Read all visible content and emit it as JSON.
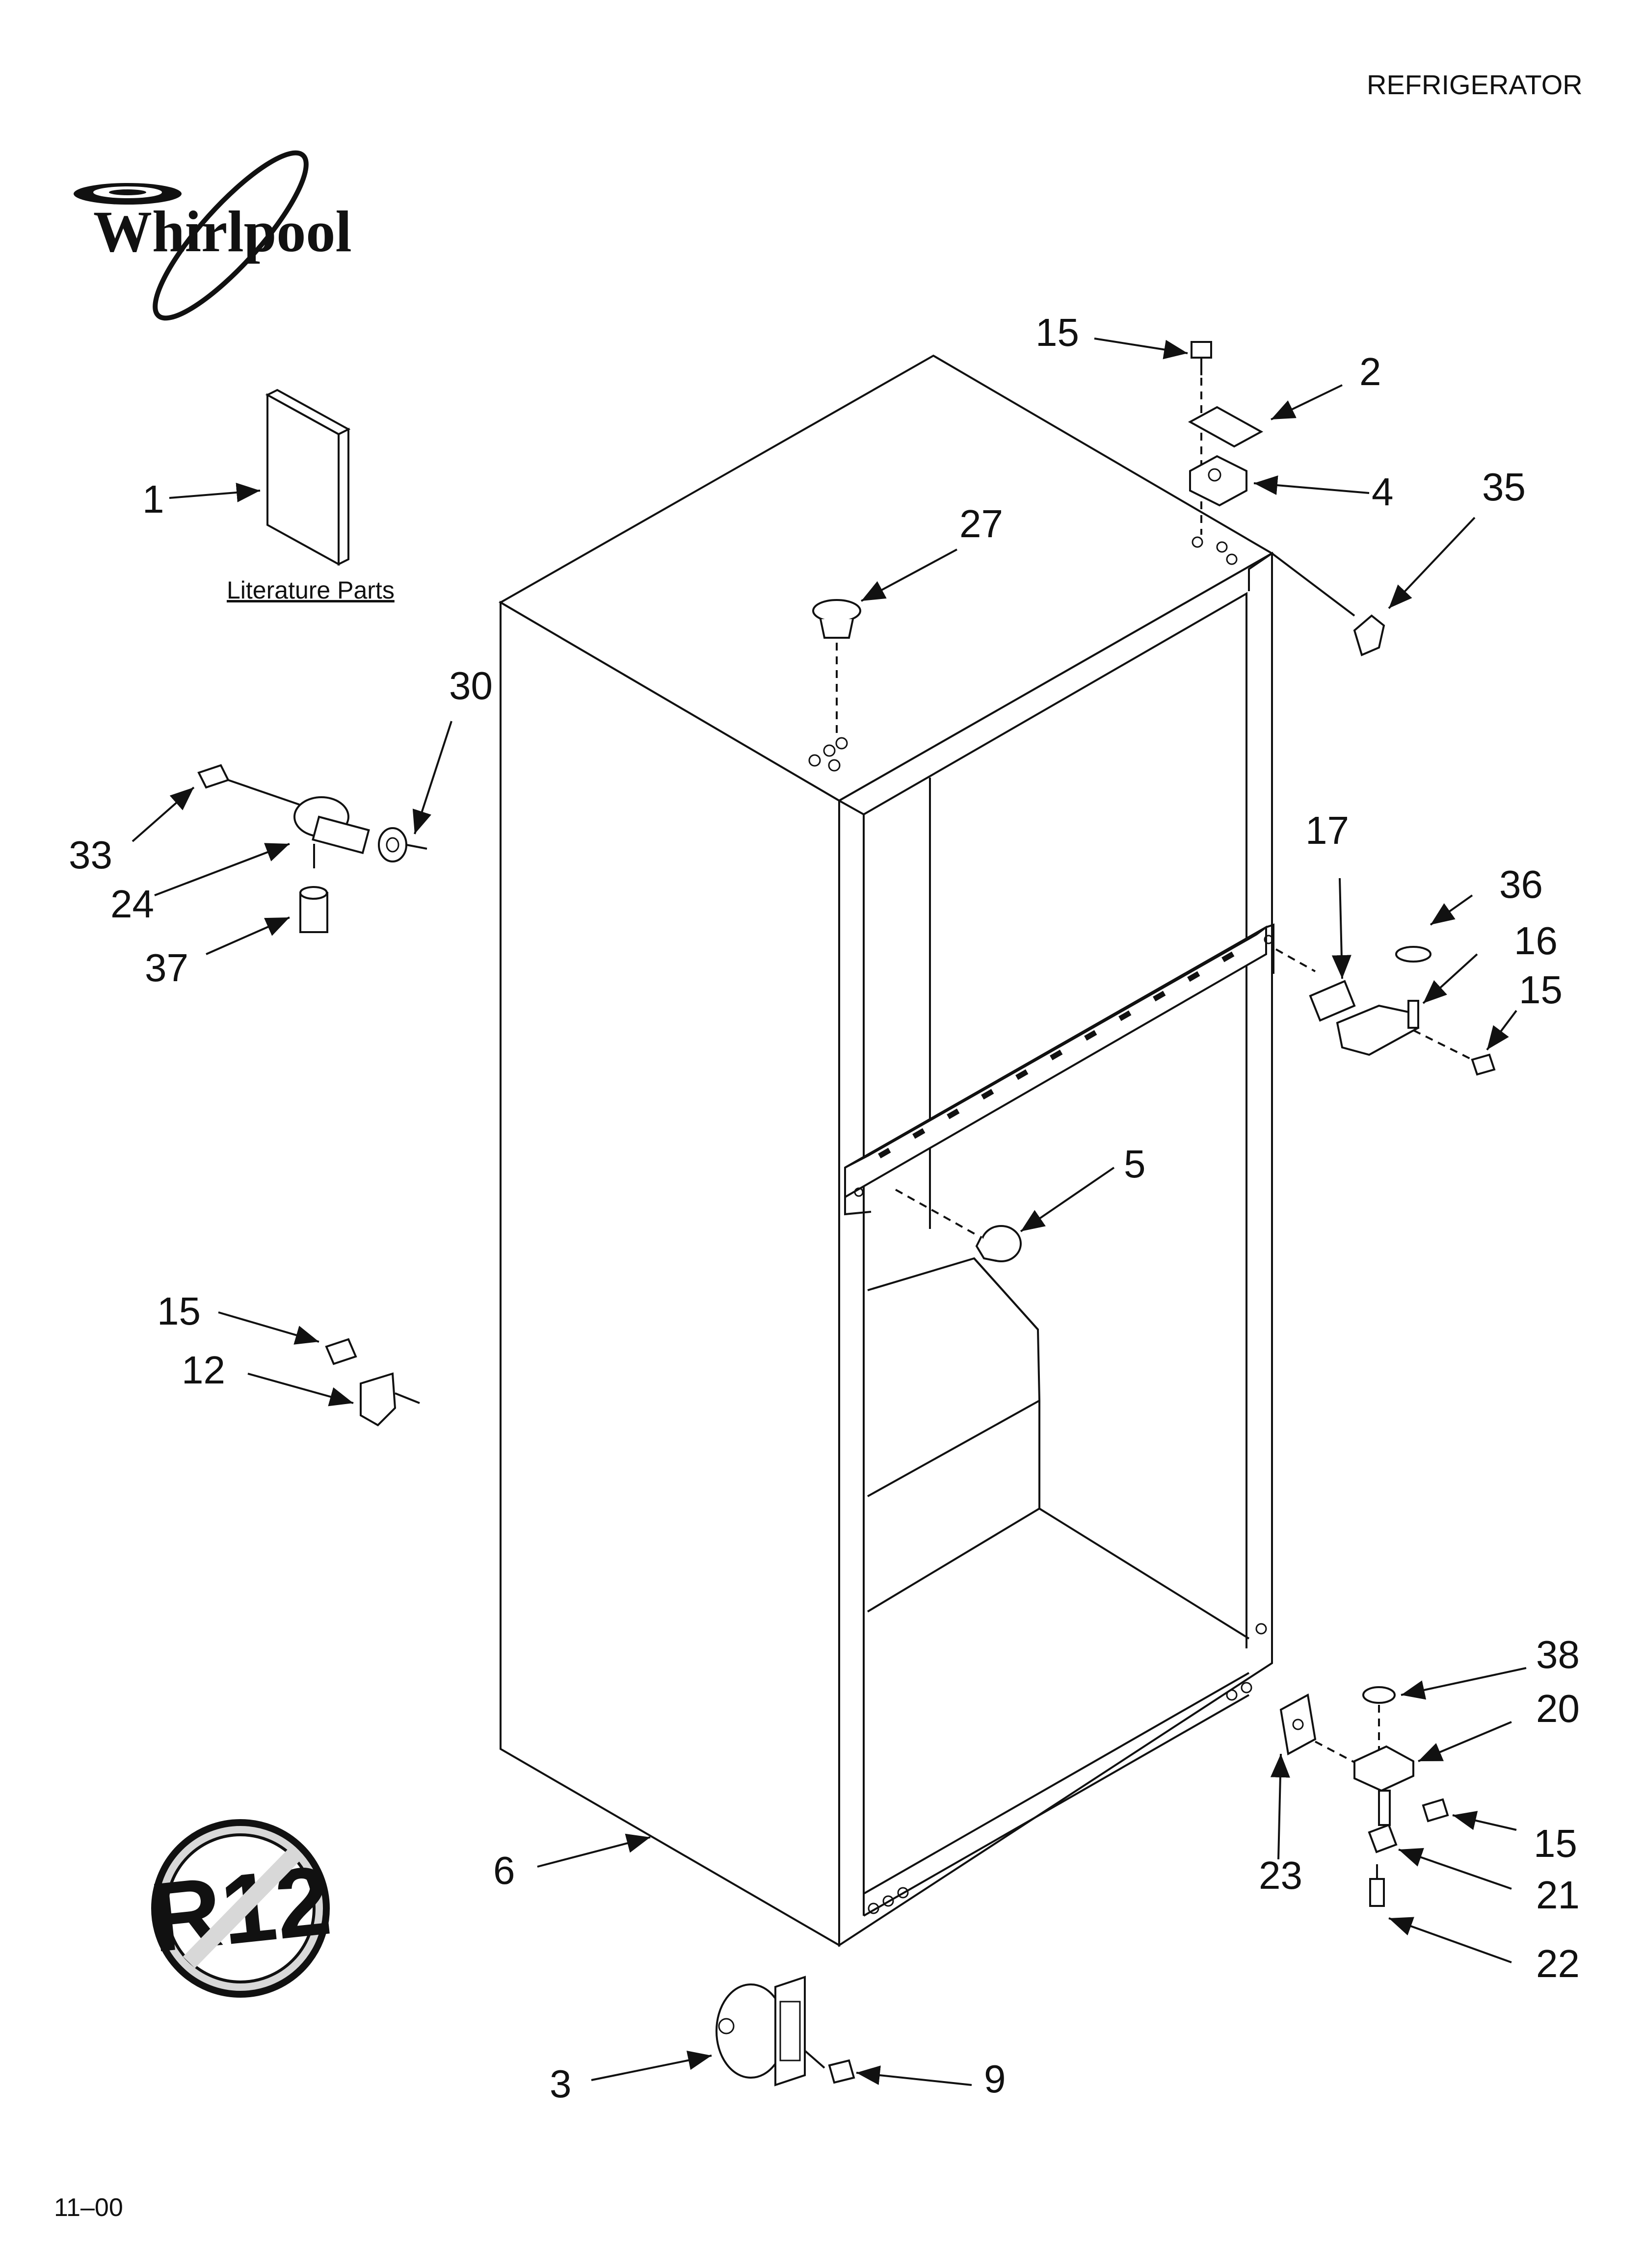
{
  "header": {
    "title": "REFRIGERATOR"
  },
  "brand": {
    "logo_text": "Whirlpool"
  },
  "literature": {
    "label": "Literature Parts"
  },
  "no_r12": {
    "text": "R12"
  },
  "footer": {
    "date_code": "11–00"
  },
  "callouts": [
    {
      "id": "c1",
      "label": "1"
    },
    {
      "id": "c2",
      "label": "2"
    },
    {
      "id": "c3",
      "label": "3"
    },
    {
      "id": "c4",
      "label": "4"
    },
    {
      "id": "c5",
      "label": "5"
    },
    {
      "id": "c6",
      "label": "6"
    },
    {
      "id": "c9",
      "label": "9"
    },
    {
      "id": "c12",
      "label": "12"
    },
    {
      "id": "c15a",
      "label": "15"
    },
    {
      "id": "c15b",
      "label": "15"
    },
    {
      "id": "c15c",
      "label": "15"
    },
    {
      "id": "c15d",
      "label": "15"
    },
    {
      "id": "c16",
      "label": "16"
    },
    {
      "id": "c17",
      "label": "17"
    },
    {
      "id": "c20",
      "label": "20"
    },
    {
      "id": "c21",
      "label": "21"
    },
    {
      "id": "c22",
      "label": "22"
    },
    {
      "id": "c23",
      "label": "23"
    },
    {
      "id": "c24",
      "label": "24"
    },
    {
      "id": "c27",
      "label": "27"
    },
    {
      "id": "c30",
      "label": "30"
    },
    {
      "id": "c33",
      "label": "33"
    },
    {
      "id": "c35",
      "label": "35"
    },
    {
      "id": "c36",
      "label": "36"
    },
    {
      "id": "c37",
      "label": "37"
    },
    {
      "id": "c38",
      "label": "38"
    }
  ],
  "colors": {
    "ink": "#111111",
    "paper": "#ffffff"
  }
}
